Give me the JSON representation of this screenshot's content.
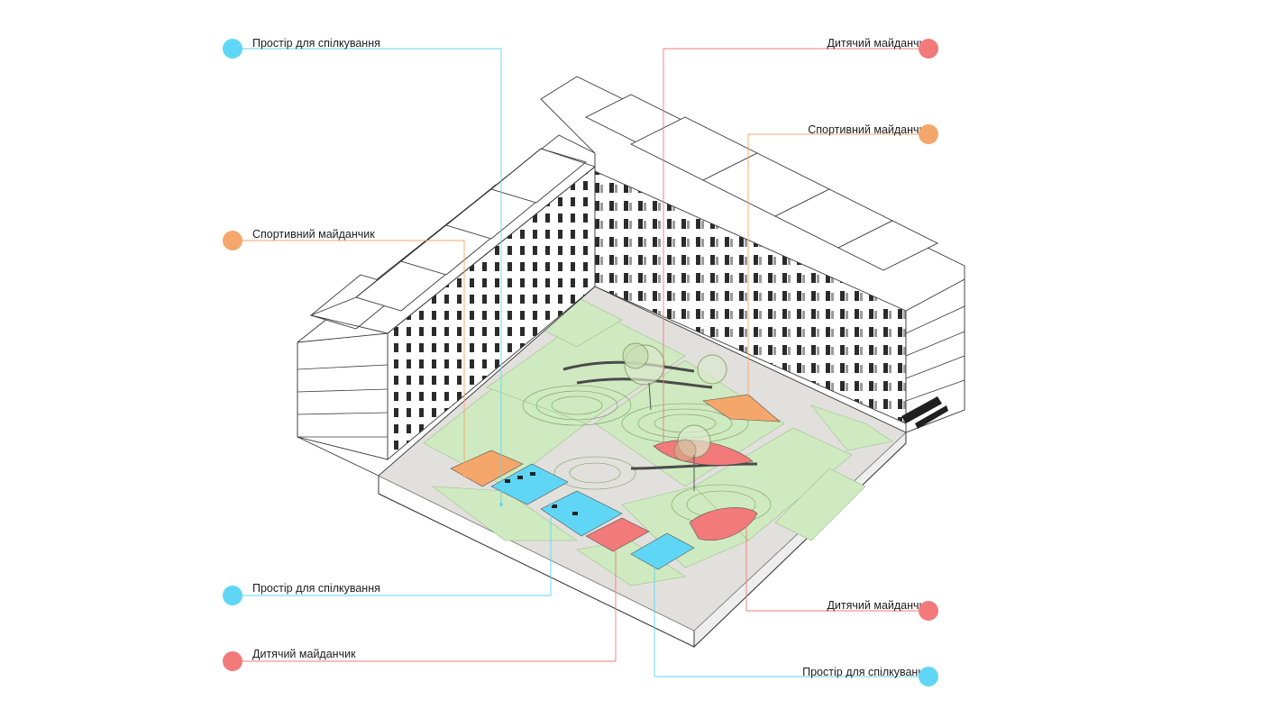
{
  "colors": {
    "communication": "#5fd6f5",
    "playground": "#f27a7a",
    "sports": "#f5a66a",
    "lawn": "#cfeac0",
    "path": "#e2e0dc",
    "building_line": "#3a3a3a"
  },
  "callouts": [
    {
      "id": "comm-top-left",
      "label": "Простір для спілкування",
      "category": "communication",
      "side": "left"
    },
    {
      "id": "sport-left",
      "label": "Спортивний майданчик",
      "category": "sports",
      "side": "left"
    },
    {
      "id": "comm-bottom-left",
      "label": "Простір для спілкування",
      "category": "communication",
      "side": "left"
    },
    {
      "id": "play-bottom-left",
      "label": "Дитячий майданчик",
      "category": "playground",
      "side": "left"
    },
    {
      "id": "play-top-right",
      "label": "Дитячий майданчик",
      "category": "playground",
      "side": "right"
    },
    {
      "id": "sport-right",
      "label": "Спортивний майданчик",
      "category": "sports",
      "side": "right"
    },
    {
      "id": "play-bottom-right",
      "label": "Дитячий майданчик",
      "category": "playground",
      "side": "right"
    },
    {
      "id": "comm-bottom-right",
      "label": "Простір для спілкування",
      "category": "communication",
      "side": "right"
    }
  ]
}
